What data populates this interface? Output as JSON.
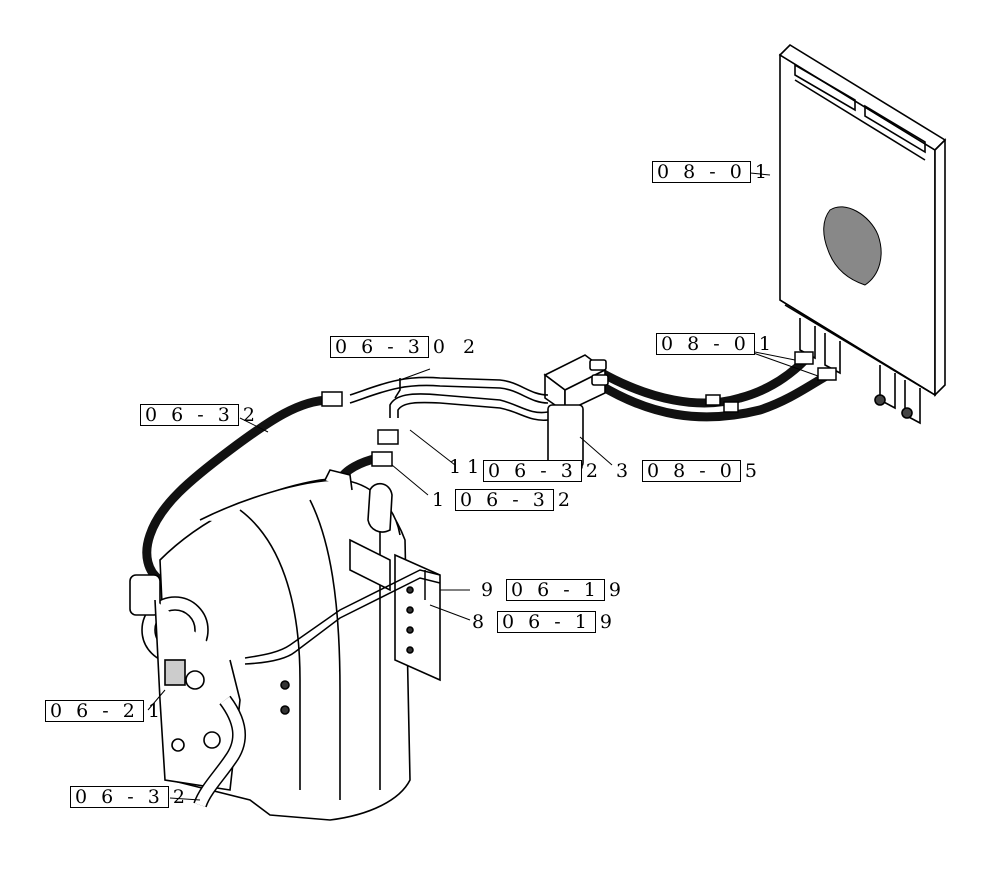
{
  "callouts": [
    {
      "id": "c1",
      "box": "0 6 - 3",
      "tail": "0 2"
    },
    {
      "id": "c2",
      "box": "0 6 - 3",
      "tail": "2"
    },
    {
      "id": "c3",
      "box": "0 6 - 3",
      "tail": "2",
      "item": "1 1"
    },
    {
      "id": "c4",
      "box": "0 8 - 0",
      "tail": "5",
      "item": "3"
    },
    {
      "id": "c5",
      "box": "0 6 - 3",
      "tail": "2",
      "item": "1"
    },
    {
      "id": "c6",
      "box": "0 8 - 0",
      "tail": "1"
    },
    {
      "id": "c7",
      "box": "0 8 - 0",
      "tail": "1"
    },
    {
      "id": "c8",
      "box": "0 6 - 1",
      "tail": "9",
      "item": "9"
    },
    {
      "id": "c9",
      "box": "0 6 - 1",
      "tail": "9",
      "item": "8"
    },
    {
      "id": "c10",
      "box": "0 6 - 2",
      "tail": "1"
    },
    {
      "id": "c11",
      "box": "0 6 - 3",
      "tail": "2"
    }
  ]
}
